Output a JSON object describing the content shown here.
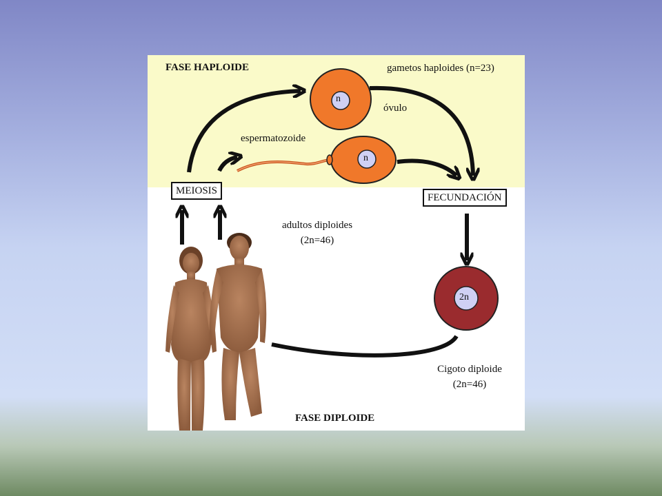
{
  "phases": {
    "haploid": "FASE HAPLOIDE",
    "diploid": "FASE DIPLOIDE"
  },
  "labels": {
    "gametes": "gametos haploides (n=23)",
    "ovum": "óvulo",
    "sperm": "espermatozoide",
    "adults_line1": "adultos diploides",
    "adults_line2": "(2n=46)",
    "zygote_line1": "Cigoto diploide",
    "zygote_line2": "(2n=46)"
  },
  "processes": {
    "meiosis": "MEIOSIS",
    "fertilization": "FECUNDACIÓN"
  },
  "cells": {
    "ovum_nucleus": "n",
    "sperm_nucleus": "n",
    "zygote_nucleus": "2n"
  },
  "colors": {
    "haploid_background": "#fafac9",
    "gamete_fill": "#f0782a",
    "zygote_fill": "#9a2b2e",
    "nucleus_fill": "#cfd0f4",
    "skin": "#a8724f"
  }
}
